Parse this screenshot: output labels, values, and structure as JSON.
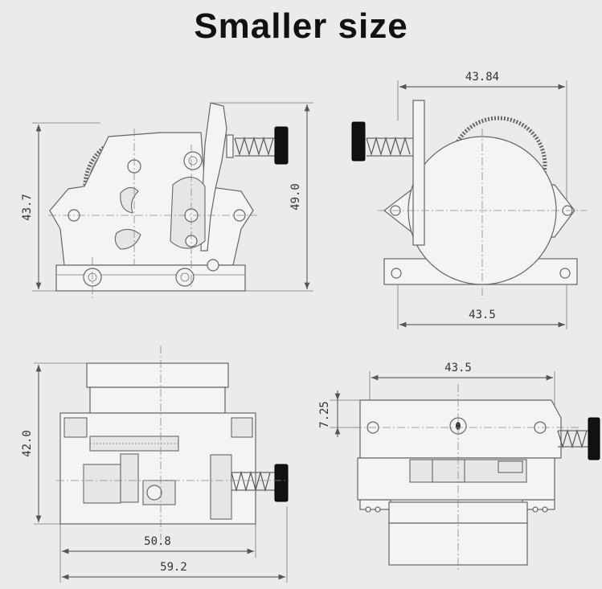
{
  "title": "Smaller size",
  "dimensions": {
    "front_height": "43.7",
    "front_total_height": "49.0",
    "side_width_top": "43.84",
    "side_width_bottom": "43.5",
    "bottom_height": "42.0",
    "bottom_width_inner": "50.8",
    "bottom_width_outer": "59.2",
    "top_width": "43.5",
    "top_offset": "7.25"
  }
}
